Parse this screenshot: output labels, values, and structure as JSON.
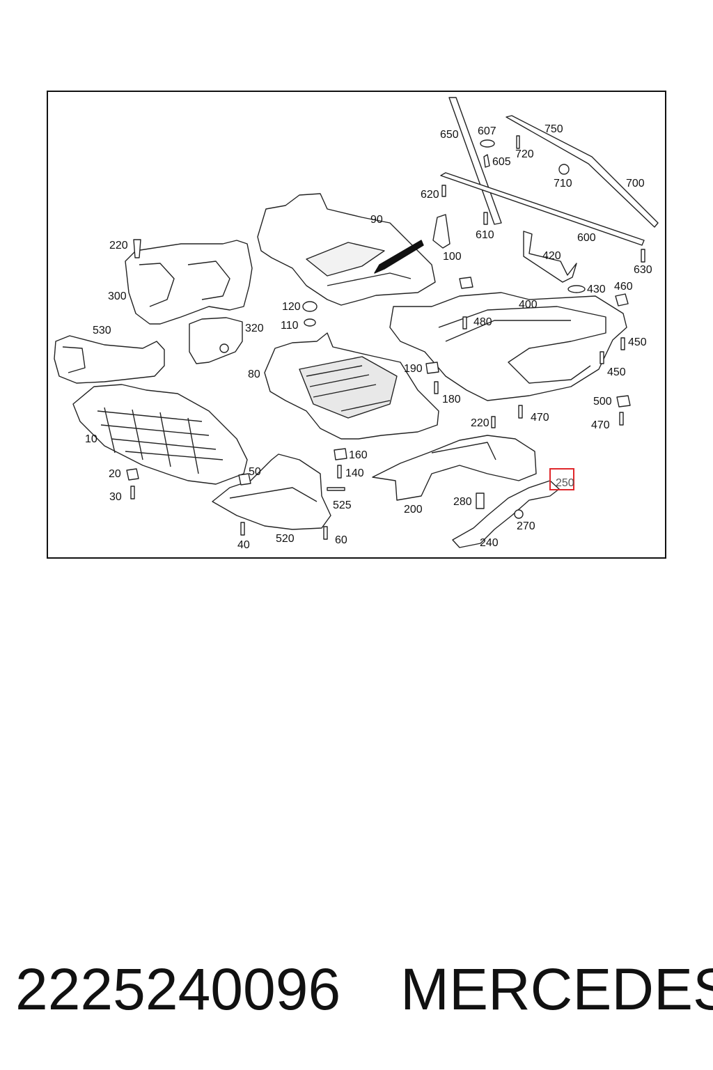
{
  "diagram": {
    "callouts": [
      "650",
      "607",
      "750",
      "605",
      "720",
      "710",
      "700",
      "620",
      "90",
      "610",
      "600",
      "630",
      "220",
      "100",
      "420",
      "300",
      "430",
      "460",
      "120",
      "400",
      "110",
      "480",
      "450",
      "320",
      "530",
      "190",
      "450",
      "80",
      "180",
      "500",
      "220",
      "470",
      "470",
      "10",
      "160",
      "140",
      "20",
      "50",
      "250",
      "30",
      "525",
      "280",
      "200",
      "270",
      "40",
      "520",
      "60",
      "240"
    ],
    "highlighted_callout": "250",
    "highlight_color": "#e0272b"
  },
  "caption": {
    "part_number": "2225240096",
    "brand": "MERCEDES"
  }
}
